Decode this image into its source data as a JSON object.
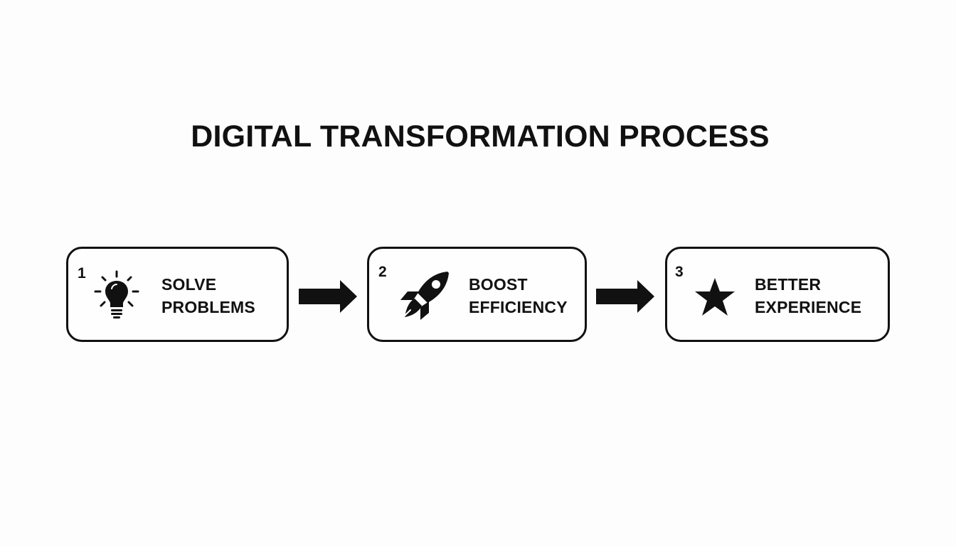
{
  "title": "DIGITAL TRANSFORMATION PROCESS",
  "steps": [
    {
      "number": "1",
      "icon": "lightbulb-icon",
      "label_line1": "SOLVE",
      "label_line2": "PROBLEMS"
    },
    {
      "number": "2",
      "icon": "rocket-icon",
      "label_line1": "BOOST",
      "label_line2": "EFFICIENCY"
    },
    {
      "number": "3",
      "icon": "star-icon",
      "label_line1": "BETTER",
      "label_line2": "EXPERIENCE"
    }
  ],
  "connectors": [
    "arrow-right-icon",
    "arrow-right-icon"
  ],
  "colors": {
    "ink": "#111111",
    "background": "#fdfdfd"
  }
}
